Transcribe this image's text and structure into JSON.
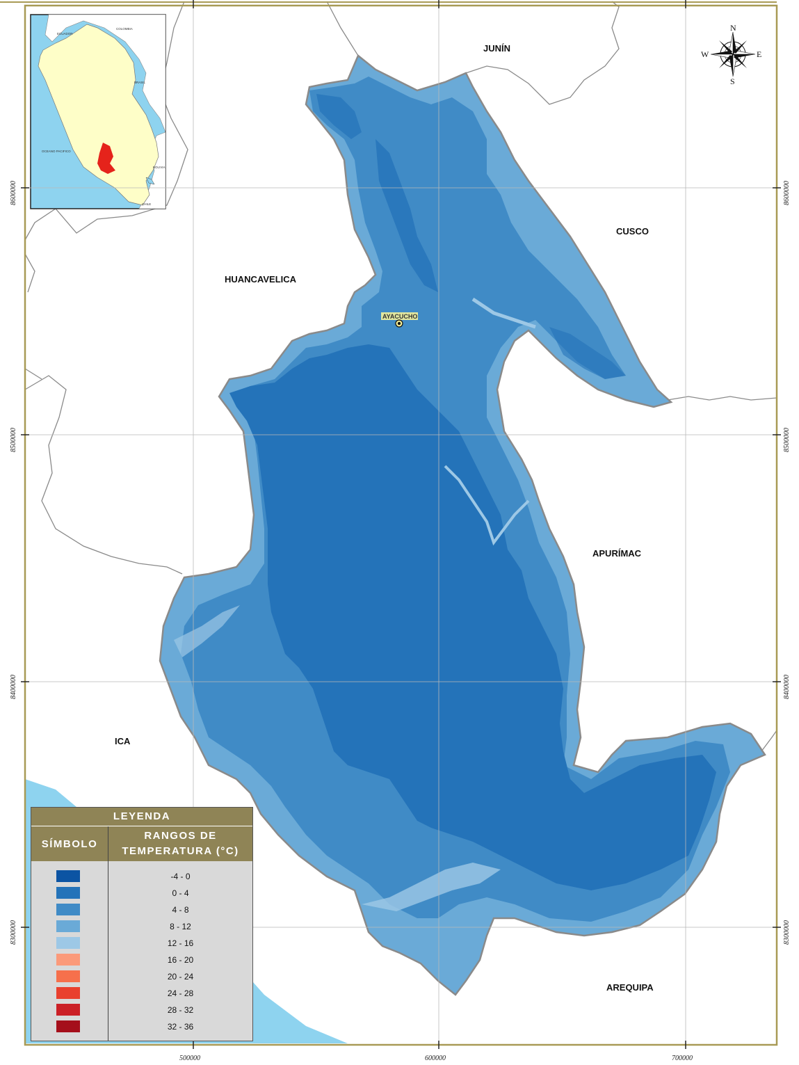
{
  "map": {
    "departments": {
      "junin": "JUNÍN",
      "cusco": "CUSCO",
      "huancavelica": "HUANCAVELICA",
      "apurimac": "APURÍMAC",
      "ica": "ICA",
      "arequipa": "AREQUIPA"
    },
    "city": "AYACUCHO",
    "coordinates": {
      "easting": [
        "500000",
        "600000",
        "700000"
      ],
      "northing": [
        "8600000",
        "8500000",
        "8400000",
        "8300000"
      ]
    },
    "compass": {
      "n": "N",
      "s": "S",
      "e": "E",
      "w": "W"
    },
    "inset": {
      "labels": {
        "ecuador": "ECUADOR",
        "colombia": "COLOMBIA",
        "brasil": "BRASIL",
        "oceano": "OCEANO PACIFICO",
        "bolivia": "BOLIVIA",
        "chile": "CHILE"
      }
    },
    "colors": {
      "ocean": "#8ed3ef",
      "land_inset": "#fefec8",
      "highlight": "#e5231b",
      "frame": "#a89a55",
      "boundary": "#888888"
    }
  },
  "legend": {
    "title": "LEYENDA",
    "symbol_header": "SÍMBOLO",
    "range_header_line1": "RANGOS DE",
    "range_header_line2": "TEMPERATURA (°C)",
    "items": [
      {
        "label": "-4 - 0",
        "color": "#0c54a3"
      },
      {
        "label": "0 - 4",
        "color": "#2473b9"
      },
      {
        "label": "4 - 8",
        "color": "#408bc6"
      },
      {
        "label": "8 - 12",
        "color": "#6aaad7"
      },
      {
        "label": "12 - 16",
        "color": "#9dc8e6"
      },
      {
        "label": "16 - 20",
        "color": "#fb9a7a"
      },
      {
        "label": "20 - 24",
        "color": "#f6704c"
      },
      {
        "label": "24 - 28",
        "color": "#e9402e"
      },
      {
        "label": "28 - 32",
        "color": "#cb2026"
      },
      {
        "label": "32 - 36",
        "color": "#a50f1b"
      }
    ]
  }
}
